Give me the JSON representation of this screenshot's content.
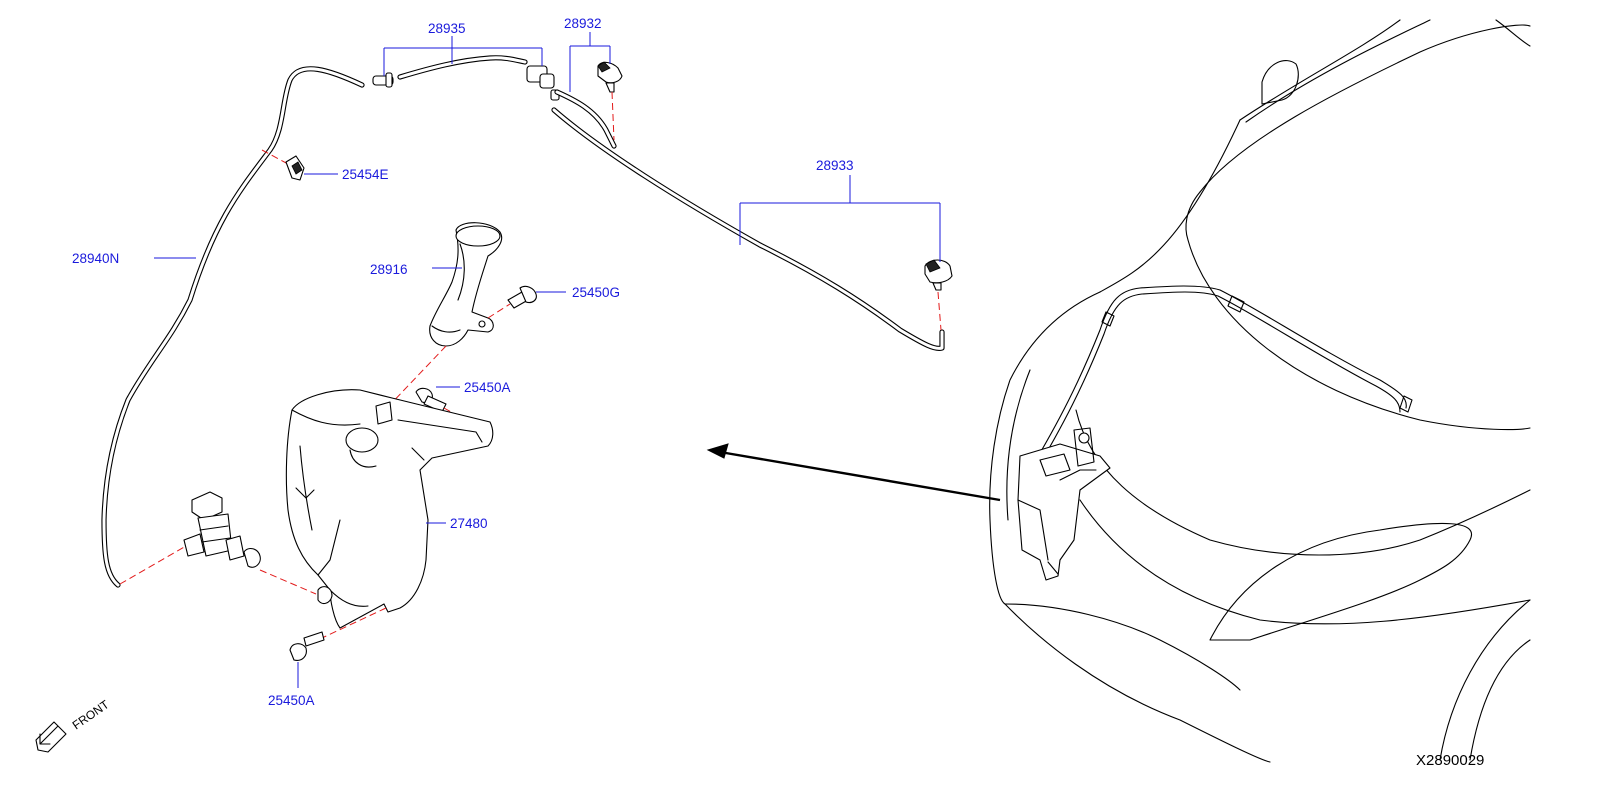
{
  "diagram": {
    "reference_code": "X2890029",
    "front_indicator": "FRONT",
    "parts": {
      "p28935": "28935",
      "p28932": "28932",
      "p25454e": "25454E",
      "p28933": "28933",
      "p28940n": "28940N",
      "p28916": "28916",
      "p25450g": "25450G",
      "p25450a_top": "25450A",
      "p27480": "27480",
      "p25450a_bottom": "25450A"
    }
  },
  "colors": {
    "label": "#1a1adc",
    "leader": "#1a1adc",
    "fit_line": "#e21b1b",
    "drawing": "#000000",
    "background": "#ffffff"
  }
}
